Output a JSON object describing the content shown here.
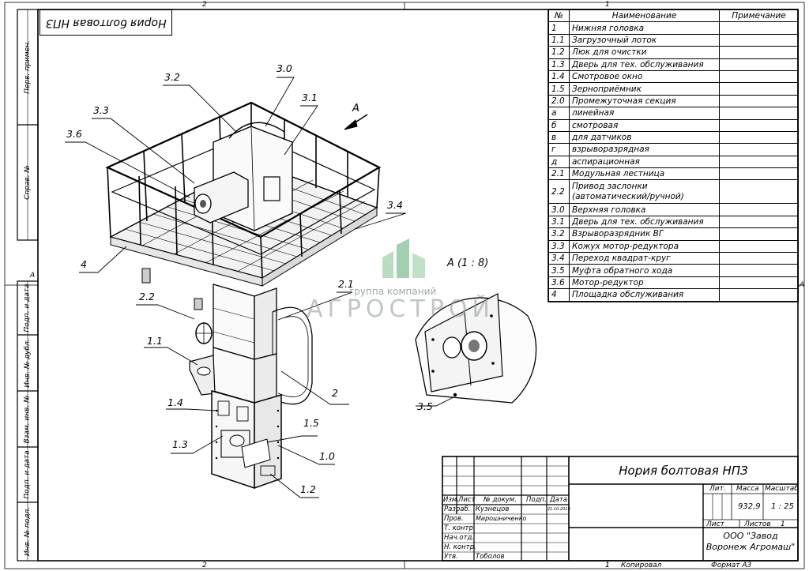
{
  "drawing_title_top": "Нория болтовая НПЗ",
  "zone_labels": {
    "top_left": "2",
    "top_right": "1",
    "bottom_left": "2",
    "bottom_right": "1",
    "left": "A",
    "right": "A"
  },
  "side_stamp": {
    "upper": [
      "Перв. примен.",
      "Справ. №"
    ],
    "lower": [
      "Подп. и дата",
      "Инв. № дубл.",
      "Взам. инв. №",
      "Подп. и дата",
      "Инв. № подл."
    ]
  },
  "spec_table": {
    "headers": {
      "num": "№",
      "name": "Наименование",
      "note": "Примечание"
    },
    "rows": [
      {
        "num": "1",
        "name": "Нижняя головка"
      },
      {
        "num": "1.1",
        "name": "Загрузочный лоток"
      },
      {
        "num": "1.2",
        "name": "Люк для очистки"
      },
      {
        "num": "1.3",
        "name": "Дверь для тех. обслуживания"
      },
      {
        "num": "1.4",
        "name": "Смотровое окно"
      },
      {
        "num": "1.5",
        "name": "Зерноприёмник"
      },
      {
        "num": "2.0",
        "name": "Промежуточная секция"
      },
      {
        "num": "а",
        "name": "линейная"
      },
      {
        "num": "б",
        "name": "смотровая"
      },
      {
        "num": "в",
        "name": "для датчиков"
      },
      {
        "num": "г",
        "name": "взрыворазрядная"
      },
      {
        "num": "д",
        "name": "аспирационная"
      },
      {
        "num": "2.1",
        "name": "Модульная лестница"
      },
      {
        "num": "2.2",
        "name": "Привод заслонки (автоматический/ручной)"
      },
      {
        "num": "3.0",
        "name": "Верхняя головка"
      },
      {
        "num": "3.1",
        "name": "Дверь для тех. обслуживания"
      },
      {
        "num": "3.2",
        "name": "Взрыворазрядник ВГ"
      },
      {
        "num": "3.3",
        "name": "Кожух мотор-редуктора"
      },
      {
        "num": "3.4",
        "name": "Переход квадрат-круг"
      },
      {
        "num": "3.5",
        "name": "Муфта обратного хода"
      },
      {
        "num": "3.6",
        "name": "Мотор-редуктор"
      },
      {
        "num": "4",
        "name": "Площадка обслуживания"
      }
    ]
  },
  "callouts": {
    "c30": "3.0",
    "c31": "3.1",
    "c32": "3.2",
    "c33": "3.3",
    "c36": "3.6",
    "c34": "3.4",
    "c4": "4",
    "c22": "2.2",
    "c21": "2.1",
    "c11": "1.1",
    "c14": "1.4",
    "c2": "2",
    "c15": "1.5",
    "c13": "1.3",
    "c10": "1.0",
    "c12": "1.2",
    "c35": "3.5"
  },
  "view_arrow_label": "A",
  "detail_view_label": "А (1 : 8)",
  "watermark": {
    "line1": "группа компаний",
    "line2": "АГРОСТРОЙ"
  },
  "title_block": {
    "title": "Нория болтовая НПЗ",
    "col_headers": {
      "izm": "Изм.",
      "list": "Лист",
      "doc": "№ докум.",
      "sign": "Подп.",
      "date": "Дата"
    },
    "roles": {
      "razrab": "Разраб.",
      "prov": "Пров.",
      "tkontr": "Т. контр.",
      "nach": "Нач.отд.",
      "nkontr": "Н. контр.",
      "utv": "Утв."
    },
    "people": {
      "razrab": "Кузнецов",
      "prov": "Мирошниченко",
      "utv": "Тоболов"
    },
    "date_value": "21.10.2019",
    "lit_label": "Лит.",
    "mass_label": "Масса",
    "scale_label": "Масштаб",
    "mass_value": "932,9",
    "scale_value": "1 : 25",
    "sheet_label": "Лист",
    "sheets_label": "Листов",
    "sheets_value": "1",
    "company": "ООО \"Завод Воронеж Агромаш\""
  },
  "footer": {
    "sheet_num": "1",
    "copied": "Копировал",
    "format": "Формат А3"
  }
}
